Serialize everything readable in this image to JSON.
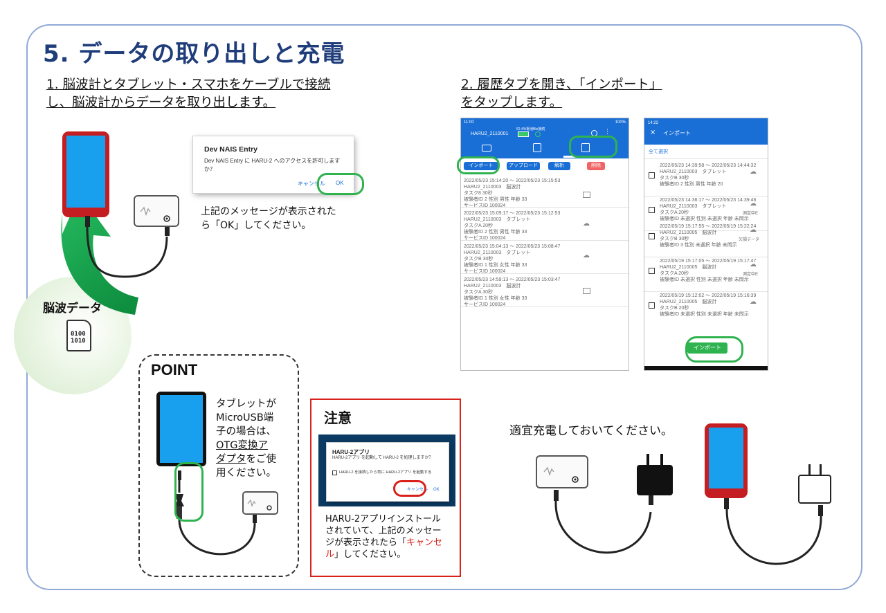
{
  "title": "5. データの取り出しと充電",
  "step1": {
    "line1": "1. 脳波計とタブレット・スマホをケーブルで接続",
    "line2": "し、脳波計からデータを取り出します。"
  },
  "step2": {
    "line1": "2. 履歴タブを開き、「インポート」",
    "line2": "をタップします。"
  },
  "dialog1": {
    "title": "Dev NAIS Entry",
    "body_line1": "Dev NAIS Entry に HARU-2 へのアクセスを許可します",
    "body_line2": "か？",
    "cancel": "キャンセル",
    "ok": "OK"
  },
  "dialog1_caption": {
    "line1": "上記のメッセージが表示された",
    "line2": "ら「OK」してください。"
  },
  "eeg_label": "脳波データ",
  "binary_label": "0100 1010",
  "point": {
    "heading": "POINT",
    "lines": [
      "タブレットが",
      "MicroUSB端",
      "子の場合は、"
    ],
    "link_lines": [
      "OTG変換ア",
      "ダプタ"
    ],
    "link_suffix": "をご使",
    "end": "用ください。"
  },
  "caution": {
    "heading": "注意",
    "dialog_title": "HARU-2アプリ",
    "dialog_body": "HARU-2アプリ を起動して HARU-2 を処理しますか？",
    "dialog_check": "HARU-2 を接続したら常に HARU-2アプリ を起動する",
    "dialog_cancel": "キャンセル",
    "dialog_ok": "OK",
    "text1": "HARU-2アプリインストール",
    "text2": "されていて、上記のメッセー",
    "text3": "ジが表示されたら「",
    "text_red1": "キャンセ",
    "text_red2": "ル",
    "text4": "」してください。"
  },
  "charge_text": "適宜充電しておいてください。",
  "screen1": {
    "status_time": "11:00",
    "status_batt": "100%",
    "device": "HARU2_2110001",
    "battery_label": "52.4%電池",
    "ble_label": "Ble接続",
    "buttons": {
      "import": "インポート",
      "upload": "アップロード",
      "analyze": "解析",
      "delete": "削除"
    },
    "records": [
      {
        "time": "2022/05/23 15:14:20 ～ 2022/05/23 15:15:53",
        "l2": "HARU2_2110003　脳波計",
        "l3": "タスク8 30秒",
        "l4": "被験者ID 2 性別 男性 年齢 33",
        "l5": "サービスID 100024"
      },
      {
        "time": "2022/05/23 15:09:17 ～ 2022/05/23 15:12:53",
        "l2": "HARU2_2110003　タブレット",
        "l3": "タスクA 20秒",
        "l4": "被験者ID 2 性別 男性 年齢 33",
        "l5": "サービスID 100024"
      },
      {
        "time": "2022/05/23 15:04:13 ～ 2022/05/23 15:08:47",
        "l2": "HARU2_2110003　タブレット",
        "l3": "タスクB 30秒",
        "l4": "被験者ID 1 性別 女性 年齢 33",
        "l5": "サービスID 100024"
      },
      {
        "time": "2022/05/23 14:59:13 ～ 2022/05/23 15:03:47",
        "l2": "HARU2_2110003　脳波計",
        "l3": "タスクA 30秒",
        "l4": "被験者ID 1 性別 女性 年齢 33",
        "l5": "サービスID 100024"
      }
    ]
  },
  "screen2": {
    "status_time": "14:22",
    "header": "インポート",
    "select_all": "全て選択",
    "import_button": "インポート",
    "records": [
      {
        "time": "2022/05/23 14:39:58 ～ 2022/05/23 14:44:32",
        "l2": "HARU2_2110003　タブレット",
        "l3": "タスクB 30秒",
        "l4": "被験者ID 2 性別 男性 年齢 20",
        "status": ""
      },
      {
        "time": "2022/05/23 14:36:17 ～ 2022/05/23 14:39:46",
        "l2": "HARU2_2110003　タブレット",
        "l3": "タスクA 20秒",
        "l4": "被験者ID 未選択 性別 未選択 年齢 未問示",
        "status": "測定中E"
      },
      {
        "time": "2022/05/19 15:17:55 ～ 2022/05/19 15:22:24",
        "l2": "HARU2_2110005　脳波計",
        "l3": "タスクB 30秒",
        "l4": "被験者ID 3 性別 未選択 年齢 未問示",
        "status": "欠損データ"
      },
      {
        "time": "2022/05/19 15:17:05 ～ 2022/05/19 15:17:47",
        "l2": "HARU2_2110005　脳波計",
        "l3": "タスクA 20秒",
        "l4": "被験者ID 未選択 性別 未選択 年齢 未問示",
        "status": "測定中E"
      },
      {
        "time": "2022/05/19 15:12:02 ～ 2022/05/19 15:16:39",
        "l2": "HARU2_2110005　脳波計",
        "l3": "タスクB 20秒",
        "l4": "被験者ID 未選択 性別 未選択 年齢 未問示",
        "status": ""
      }
    ]
  },
  "colors": {
    "title": "#1f3d7a",
    "frame": "#8fa9d6",
    "phone_red": "#c41e22",
    "screen_blue": "#18a0ef",
    "app_blue": "#1a6fd6",
    "highlight_green": "#2fb34f",
    "caution_red": "#d9211b",
    "arrow_green": "#1fa853"
  }
}
